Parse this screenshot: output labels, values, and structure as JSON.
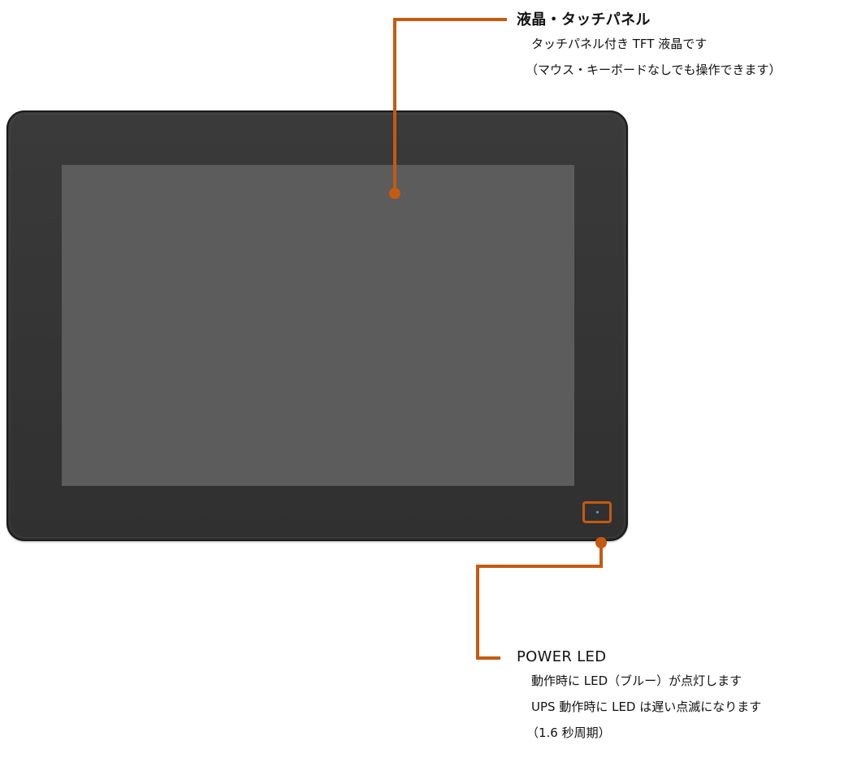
{
  "callouts": {
    "lcd": {
      "title": "液晶・タッチパネル",
      "lines": [
        "タッチパネル付き TFT 液晶です",
        "（マウス・キーボードなしでも操作できます）"
      ]
    },
    "power_led": {
      "title": "POWER LED",
      "lines": [
        "動作時に LED（ブルー）が点灯します",
        "UPS 動作時に LED は遅い点滅になります",
        "（1.6 秒周期）"
      ]
    }
  },
  "colors": {
    "accent": "#c55a11",
    "bezel": "#333333",
    "screen": "#5c5c5c",
    "led": "#4aa3ff"
  }
}
